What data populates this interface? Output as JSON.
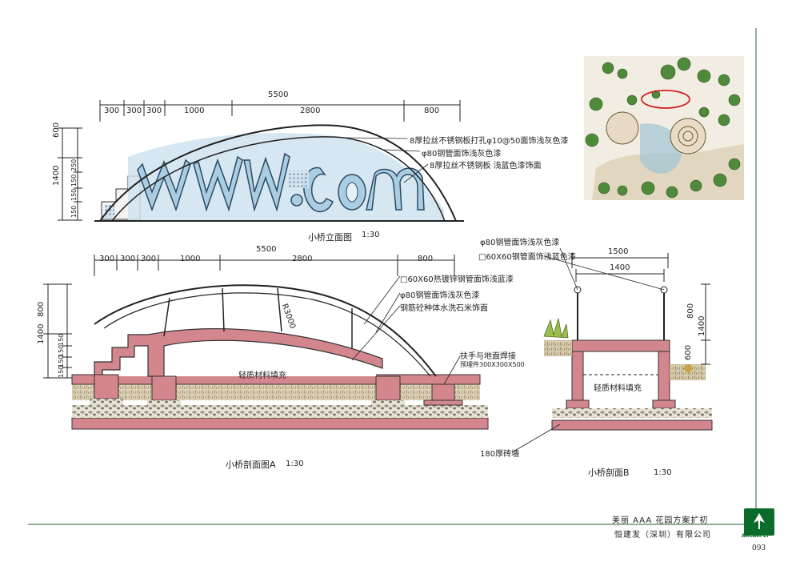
{
  "drawing": {
    "elevation": {
      "title": "小桥立面图",
      "scale": "1:30",
      "total_dim": "5500",
      "segments": [
        "300",
        "300",
        "300",
        "1000",
        "2800",
        "800"
      ],
      "vertical_dims": [
        "600",
        "1400",
        "250",
        "150",
        "150",
        "150"
      ],
      "notes": [
        "8厚拉丝不锈钢板打孔φ10@50面饰浅灰色漆",
        "φ80钢管面饰浅灰色漆",
        "8厚拉丝不锈钢板 浅蓝色漆饰面"
      ]
    },
    "section_a": {
      "title": "小桥剖面图A",
      "scale": "1:30",
      "total_dim": "5500",
      "segments": [
        "300",
        "300",
        "300",
        "1000",
        "2800",
        "800"
      ],
      "vertical_dims": [
        "800",
        "1400",
        "150",
        "150",
        "150",
        "150"
      ],
      "radius": "R3000",
      "fill_label": "轻质材料填充",
      "notes": [
        "□60X60热镀锌钢管面饰浅蓝漆",
        "φ80钢管面饰浅灰色漆",
        "钢筋砼种体水洗石米饰面",
        "扶手与地面焊接",
        "预埋件300X300X500"
      ],
      "wall_note": "180厚砖墙"
    },
    "section_b": {
      "title": "小桥剖面B",
      "scale": "1:30",
      "top_dims": [
        "1500",
        "1400"
      ],
      "vertical_dims": [
        "800",
        "1400",
        "600"
      ],
      "fill_label": "轻质材料填充",
      "notes": [
        "φ80钢管面饰浅灰色漆",
        "□60X60钢管面饰浅蓝色漆"
      ]
    },
    "footer": {
      "project": "美丽 AAA 花园方案扩初",
      "company": "恒建发（深圳）有限公司",
      "logo_text": "ARCARFEI",
      "page": "093"
    },
    "colors": {
      "brick": "#d4868f",
      "water_blue": "#bcd8ea",
      "ground": "#c8b89a",
      "logo_green": "#0b6b2a",
      "plan_green": "#4f8a3b"
    }
  }
}
